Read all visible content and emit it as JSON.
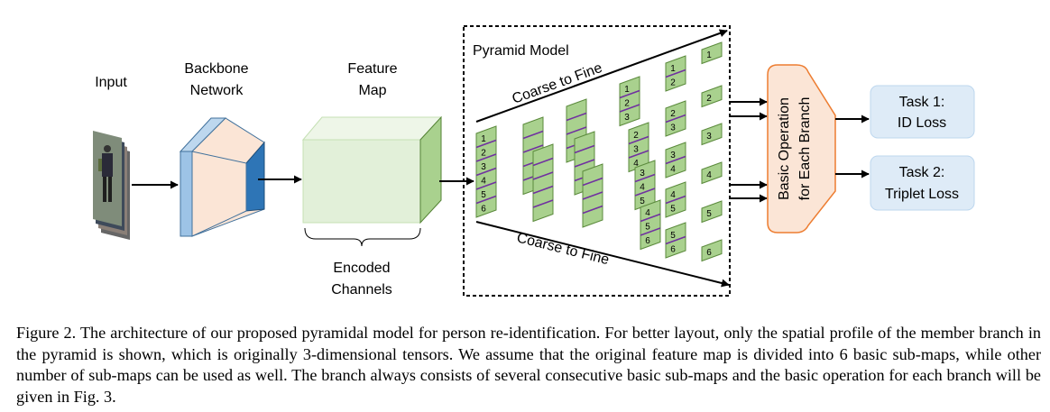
{
  "labels": {
    "input": "Input",
    "backbone_line1": "Backbone",
    "backbone_line2": "Network",
    "feature_line1": "Feature",
    "feature_line2": "Map",
    "encoded_line1": "Encoded",
    "encoded_line2": "Channels",
    "pyramid_title": "Pyramid Model",
    "coarse_top": "Coarse to Fine",
    "coarse_bottom": "Coarse to Fine",
    "basic_line1": "Basic Operation",
    "basic_line2": "for Each Branch",
    "task1_line1": "Task 1:",
    "task1_line2": "ID Loss",
    "task2_line1": "Task 2:",
    "task2_line2": "Triplet Loss"
  },
  "submap_numbers": [
    "1",
    "2",
    "3",
    "4",
    "5",
    "6"
  ],
  "caption": "Figure 2. The architecture of our proposed pyramidal model for person re-identification. For better layout, only the spatial profile of the member branch in the pyramid is shown, which is originally 3-dimensional tensors. We assume that the original feature map is divided into 6 basic sub-maps, while other number of sub-maps can be used as well. The branch always consists of several consecutive basic sub-maps and the basic operation for each branch will be given in Fig. 3.",
  "colors": {
    "green_fill": "#a9d18e",
    "green_dark": "#5b8a3c",
    "purple_stripe": "#7030a0",
    "feature_face": "#e2f0d9",
    "backbone_front": "#fbe5d6",
    "backbone_side": "#9dc3e6",
    "backbone_back": "#2e75b6",
    "basic_op_fill": "#fbe5d6",
    "basic_op_stroke": "#ed7d31",
    "task_fill": "#deebf7"
  }
}
